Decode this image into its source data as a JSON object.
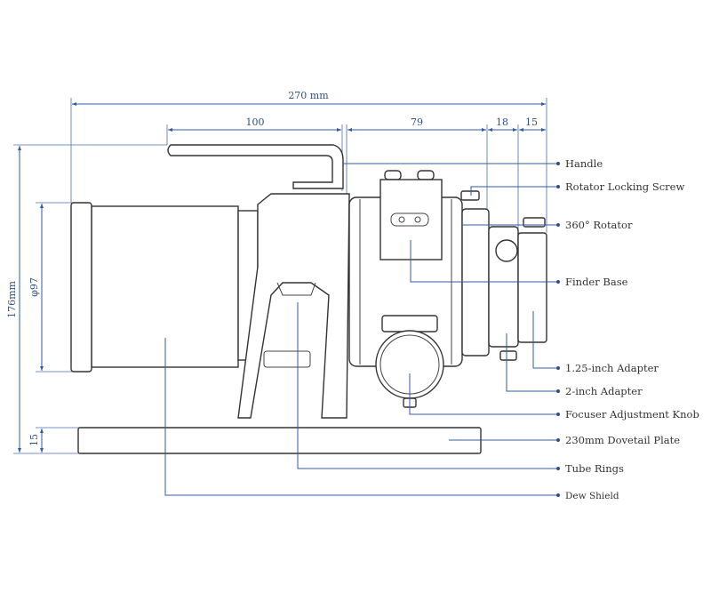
{
  "dimensions": {
    "overall_length": "270 mm",
    "handle_length": "100",
    "focuser_length": "79",
    "rotator_length": "18",
    "adapter_length": "15",
    "overall_height": "176mm",
    "tube_diameter": "φ97",
    "plate_height": "15"
  },
  "labels": {
    "handle": "Handle",
    "rotator_locking_screw": "Rotator Locking Screw",
    "rotator": "360° Rotator",
    "finder_base": "Finder Base",
    "adapter_125": "1.25-inch Adapter",
    "adapter_2": "2-inch Adapter",
    "focuser_knob": "Focuser Adjustment Knob",
    "dovetail_plate": "230mm Dovetail Plate",
    "tube_rings": "Tube Rings",
    "dew_shield": "Dew Shield"
  },
  "colors": {
    "dimension_line": "#2f5ba3",
    "outline": "#333333"
  }
}
